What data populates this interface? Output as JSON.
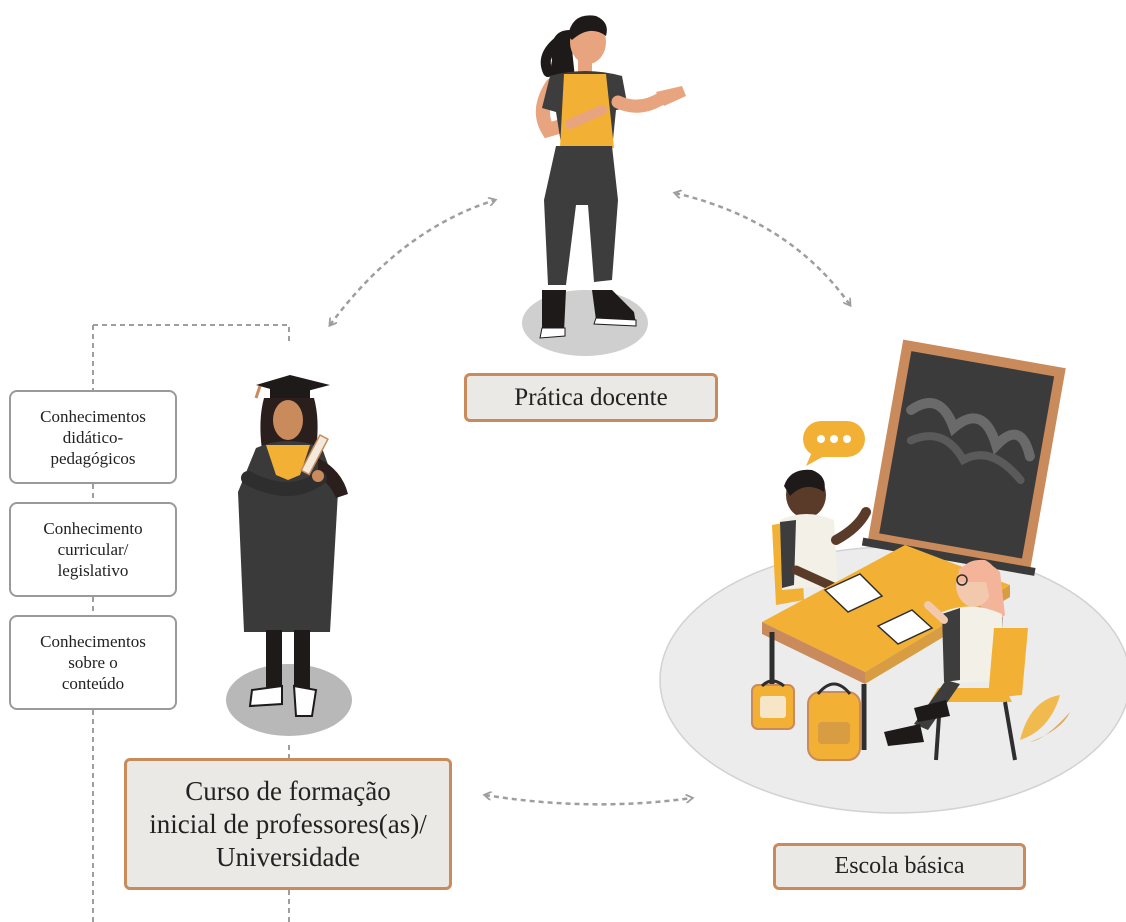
{
  "nodes": {
    "pratica": {
      "label": "Prática docente"
    },
    "escola": {
      "label": "Escola básica"
    },
    "curso": {
      "lines": [
        "Curso de formação",
        "inicial de professores(as)/",
        "Universidade"
      ]
    }
  },
  "knowledge": [
    {
      "lines": [
        "Conhecimentos",
        "didático-",
        "pedagógicos"
      ]
    },
    {
      "lines": [
        "Conhecimento",
        "curricular/",
        "legislativo"
      ]
    },
    {
      "lines": [
        "Conhecimentos",
        "sobre o",
        "conteúdo"
      ]
    }
  ],
  "icons": {
    "teacher": "standing-teacher-figure",
    "graduate": "graduate-figure",
    "classroom": "classroom-students-scene",
    "speech": "speech-bubble-icon",
    "arrows": "dashed-double-arrow"
  },
  "colors": {
    "accent": "#f2b134",
    "box_border": "#c98a5c",
    "box_fill": "#ebe9e6",
    "gray_border": "#9a9a9a",
    "dashed": "#9e9e9e"
  }
}
